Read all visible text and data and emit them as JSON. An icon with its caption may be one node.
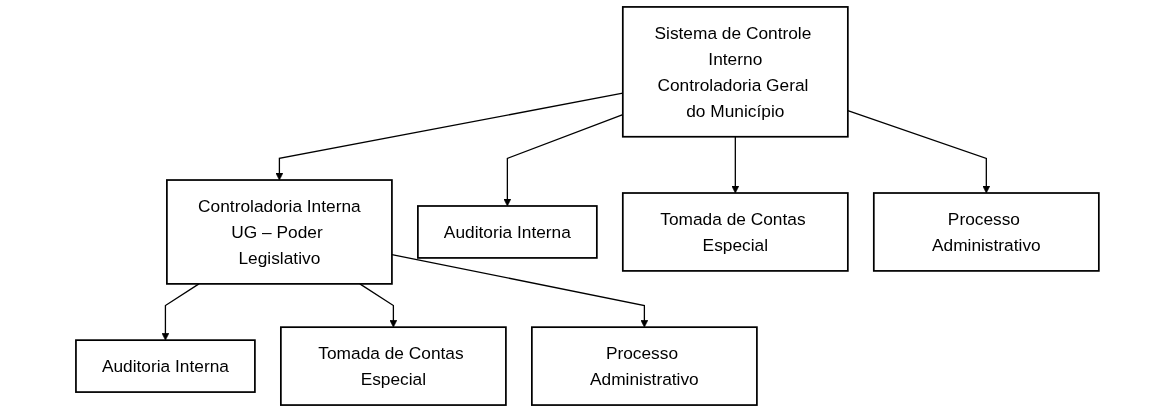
{
  "diagram": {
    "nodes": [
      {
        "text": [
          "Sistema de Controle Interno",
          "Controladoria Geral do Município"
        ]
      },
      {
        "text": [
          "Controladoria Interna",
          "UG – Poder Legislativo"
        ]
      },
      {
        "text": [
          "Auditoria Interna"
        ]
      },
      {
        "text": [
          "Tomada de Contas Especial"
        ]
      },
      {
        "text": [
          "Processo Administrativo"
        ]
      },
      {
        "text": [
          "Auditoria Interna"
        ]
      },
      {
        "text": [
          "Tomada de Contas Especial"
        ]
      },
      {
        "text": [
          "Processo Administrativo"
        ]
      }
    ],
    "edges": [
      {
        "from": 0,
        "to": 1,
        "arrow": "to"
      },
      {
        "from": 0,
        "to": 2,
        "arrow": "to"
      },
      {
        "from": 0,
        "to": 3,
        "arrow": "to"
      },
      {
        "from": 0,
        "to": 4,
        "arrow": "to"
      },
      {
        "from": 1,
        "to": 5,
        "arrow": "to"
      },
      {
        "from": 1,
        "to": 6,
        "arrow": "to"
      },
      {
        "from": 1,
        "to": 7,
        "arrow": "to"
      }
    ]
  }
}
